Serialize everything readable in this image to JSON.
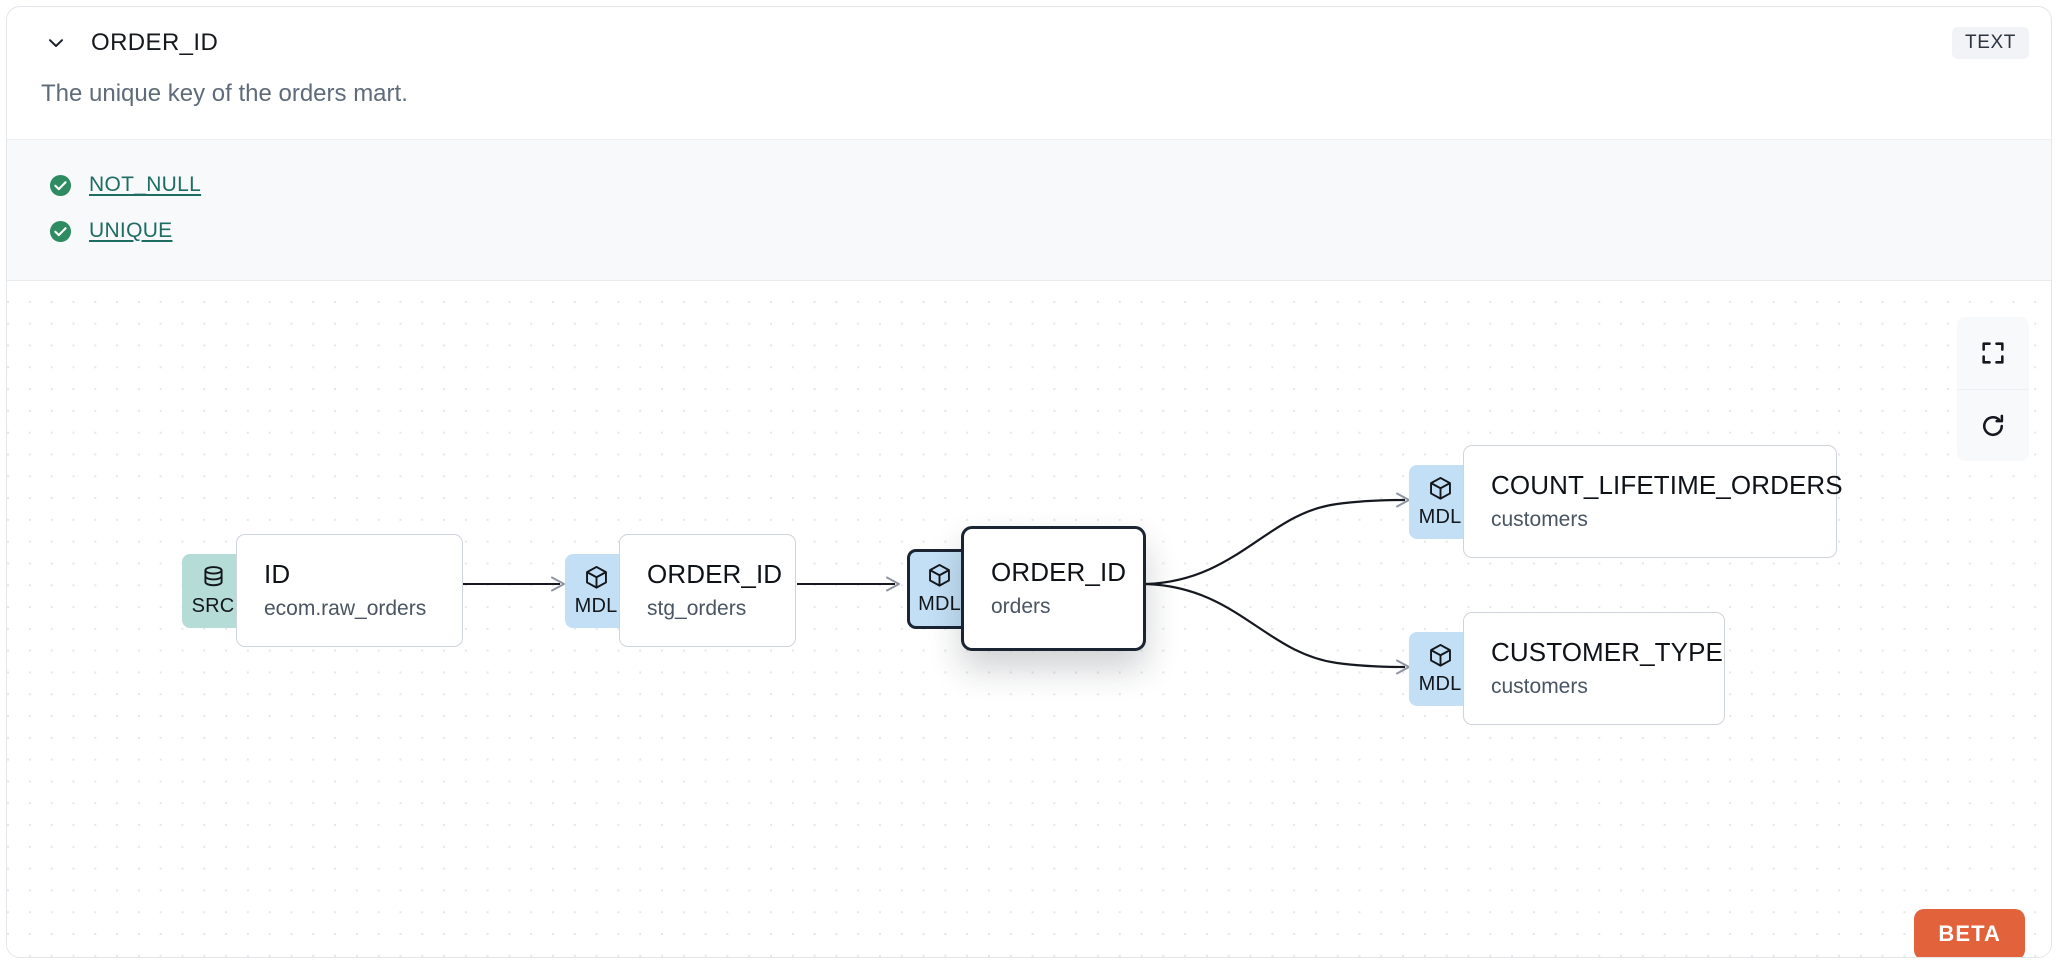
{
  "header": {
    "chevron_icon": "chevron-down-icon",
    "column_name": "ORDER_ID",
    "data_type": "TEXT"
  },
  "description": "The unique key of the orders mart.",
  "tests": [
    {
      "status_icon": "check-circle-icon",
      "label": "NOT_NULL",
      "status": "pass"
    },
    {
      "status_icon": "check-circle-icon",
      "label": "UNIQUE",
      "status": "pass"
    }
  ],
  "lineage": {
    "nodes": [
      {
        "id": "src-id",
        "badge": "SRC",
        "badge_icon": "database-icon",
        "name": "ID",
        "sub": "ecom.raw_orders",
        "selected": false
      },
      {
        "id": "stg-order-id",
        "badge": "MDL",
        "badge_icon": "cube-icon",
        "name": "ORDER_ID",
        "sub": "stg_orders",
        "selected": false
      },
      {
        "id": "orders-order-id",
        "badge": "MDL",
        "badge_icon": "cube-icon",
        "name": "ORDER_ID",
        "sub": "orders",
        "selected": true
      },
      {
        "id": "count-lifetime",
        "badge": "MDL",
        "badge_icon": "cube-icon",
        "name": "COUNT_LIFETIME_ORDERS",
        "sub": "customers",
        "selected": false
      },
      {
        "id": "customer-type",
        "badge": "MDL",
        "badge_icon": "cube-icon",
        "name": "CUSTOMER_TYPE",
        "sub": "customers",
        "selected": false
      }
    ],
    "controls": [
      {
        "id": "fullscreen",
        "icon": "fullscreen-icon"
      },
      {
        "id": "refresh",
        "icon": "refresh-icon"
      }
    ],
    "beta_label": "BETA"
  },
  "colors": {
    "src_badge": "#b5dcd6",
    "mdl_badge": "#c3dff5",
    "test_pass": "#2e8b62",
    "test_link": "#1f6d62",
    "beta": "#e2623c",
    "selected_border": "#1a2433"
  }
}
